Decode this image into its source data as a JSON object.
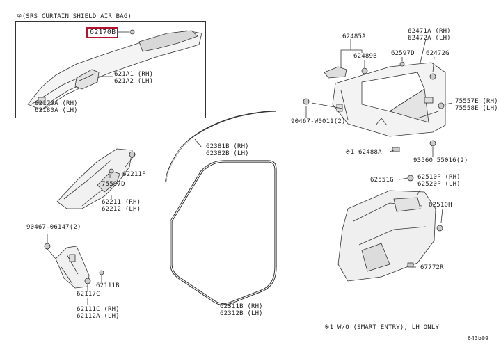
{
  "inset": {
    "title": "※(SRS CURTAIN SHIELD AIR BAG)",
    "highlight_part": "62170B",
    "highlight_color": "#b3112e"
  },
  "labels": {
    "p62181": "621A1 (RH)",
    "p62182": "621A2 (LH)",
    "p62170a": "62170A (RH)",
    "p62180a": "62180A (LH)",
    "p62485a": "62485A",
    "p62489b": "62489B",
    "p62471a": "62471A (RH)",
    "p62472a": "62472A (LH)",
    "p62597d_top": "62597D",
    "p62472g": "62472G",
    "p75557e": "75557E (RH)",
    "p75558e": "75558E (LH)",
    "p90467_w0011": "90467-W0011(2)",
    "p62488a": "※1 62488A",
    "p93560": "93560 55016(2)",
    "p62381b": "62381B (RH)",
    "p62382b": "62382B (LH)",
    "p62211f": "62211F",
    "p75597d": "75597D",
    "p62211": "62211 (RH)",
    "p62212": "62212 (LH)",
    "p90467_06147": "90467-06147(2)",
    "p62111b": "62111B",
    "p62117c": "62117C",
    "p62111c": "62111C (RH)",
    "p62112a": "62112A (LH)",
    "p62311b": "62311B (RH)",
    "p62312b": "62312B (LH)",
    "p62551g": "62551G",
    "p62510p": "62510P (RH)",
    "p62520p": "62520P (LH)",
    "p62510h": "62510H",
    "p67772r": "67772R",
    "footnote": "※1 W/O (SMART ENTRY), LH ONLY",
    "diagram_id": "643b09"
  },
  "colors": {
    "line": "#333333",
    "part_fill": "#f3f3f3",
    "part_shade": "#9a9a9a"
  }
}
